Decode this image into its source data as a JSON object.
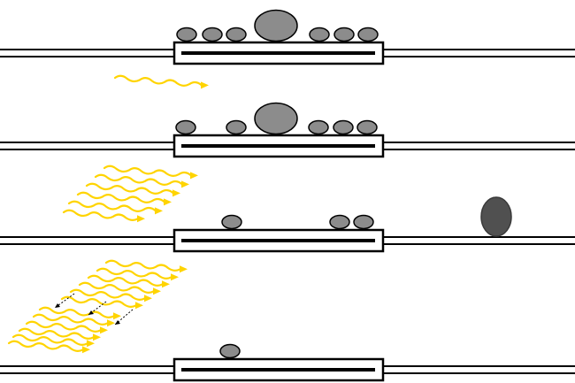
{
  "diagram": {
    "panels": [
      {
        "id": "panel-1",
        "light_waves": 0,
        "dashed_arrows": 0,
        "small_ovals": 6,
        "central_large_oval": true,
        "detached_dark_oval": false
      },
      {
        "id": "panel-2",
        "light_waves": 1,
        "dashed_arrows": 0,
        "small_ovals": 5,
        "central_large_oval": true,
        "detached_dark_oval": false
      },
      {
        "id": "panel-3",
        "light_waves": 6,
        "dashed_arrows": 0,
        "small_ovals": 3,
        "central_large_oval": false,
        "detached_dark_oval": true
      },
      {
        "id": "panel-4",
        "light_waves": 12,
        "dashed_arrows": 3,
        "small_ovals": 1,
        "central_large_oval": false,
        "detached_dark_oval": false
      }
    ],
    "colors": {
      "light_wave": "#ffd400",
      "small_oval": "#8c8c8c",
      "large_oval": "#8c8c8c",
      "detached_oval": "#505050",
      "outline": "#000000",
      "background": "#ffffff"
    }
  }
}
